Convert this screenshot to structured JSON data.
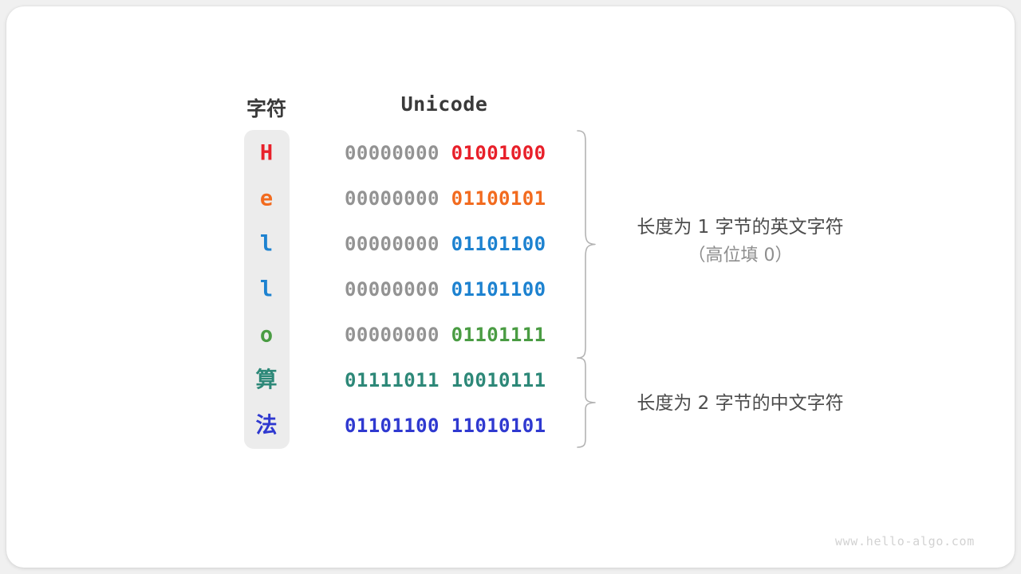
{
  "background": {
    "page_color": "#f0f0f0",
    "card_color": "#ffffff"
  },
  "headers": {
    "character": "字符",
    "unicode": "Unicode"
  },
  "strip": {
    "fill": "#ececec"
  },
  "rows": [
    {
      "char": "H",
      "char_color": "#e8202a",
      "high_byte": "00000000",
      "low_byte": "01001000",
      "low_color": "#e8202a",
      "cjk": false
    },
    {
      "char": "e",
      "char_color": "#f26b1f",
      "high_byte": "00000000",
      "low_byte": "01100101",
      "low_color": "#f26b1f",
      "cjk": false
    },
    {
      "char": "l",
      "char_color": "#1d82d0",
      "high_byte": "00000000",
      "low_byte": "01101100",
      "low_color": "#1d82d0",
      "cjk": false
    },
    {
      "char": "l",
      "char_color": "#1d82d0",
      "high_byte": "00000000",
      "low_byte": "01101100",
      "low_color": "#1d82d0",
      "cjk": false
    },
    {
      "char": "o",
      "char_color": "#4a9c43",
      "high_byte": "00000000",
      "low_byte": "01101111",
      "low_color": "#4a9c43",
      "cjk": false
    },
    {
      "char": "算",
      "char_color": "#2d8878",
      "high_byte": "01111011",
      "low_byte": "10010111",
      "low_color": "#2d8878",
      "high_color": "#2d8878",
      "cjk": true
    },
    {
      "char": "法",
      "char_color": "#2f39d0",
      "high_byte": "01101100",
      "low_byte": "11010101",
      "low_color": "#2f39d0",
      "high_color": "#2f39d0",
      "cjk": true
    }
  ],
  "annotations": [
    {
      "line1": "长度为 1 字节的英文字符",
      "line2": "（高位填 0）",
      "brace_color": "#b3b3b3"
    },
    {
      "line1": "长度为 2 字节的中文字符",
      "line2": "",
      "brace_color": "#b3b3b3"
    }
  ],
  "watermark": "www.hello-algo.com",
  "high_byte_color": "#939393"
}
